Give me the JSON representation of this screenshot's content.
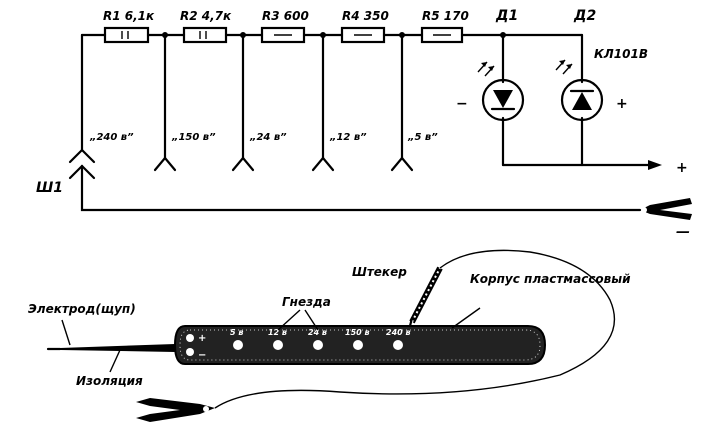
{
  "resistors": [
    {
      "label": "R1 6,1к",
      "mark": "II"
    },
    {
      "label": "R2 4,7к",
      "mark": "II"
    },
    {
      "label": "R3 600",
      "mark": "—"
    },
    {
      "label": "R4 350",
      "mark": "—"
    },
    {
      "label": "R5 170",
      "mark": "—"
    }
  ],
  "diodes": [
    {
      "label": "Д1",
      "polarity": "−"
    },
    {
      "label": "Д2",
      "polarity": "+"
    }
  ],
  "diode_type": "КЛ101В",
  "taps": [
    "„240 в”",
    "„150 в”",
    "„24 в”",
    "„12 в”",
    "„5 в”"
  ],
  "plug_label": "Ш1",
  "output_plus": "+",
  "output_minus": "—",
  "probe": {
    "electrode": "Электрод(щуп)",
    "insulation": "Изоляция",
    "sockets": "Гнезда",
    "plug": "Штекер",
    "body": "Корпус пластмассовый",
    "socket_labels": [
      "5 в",
      "12 в",
      "24 в",
      "150 в",
      "240 в"
    ],
    "plus": "+",
    "minus": "−"
  }
}
